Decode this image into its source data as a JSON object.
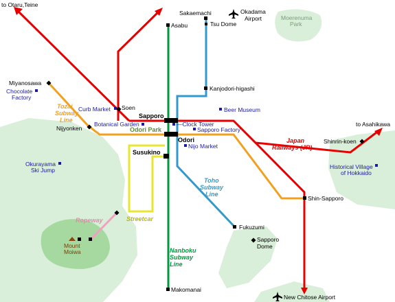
{
  "colors": {
    "jr": "#e60000",
    "nanboku": "#009a3d",
    "toho": "#3399cc",
    "tozai": "#f2a01f",
    "streetcar": "#e6e62e",
    "ropeway": "#f2a0c0",
    "park_fill": "#d9efd9",
    "mountain_fill": "#a6d9a0",
    "poi": "#1a1aa6"
  },
  "compass": {
    "top_left": "to Otaru,Teine",
    "right": "to Asahikawa"
  },
  "lines": {
    "jr": "Japan Railways (JR)",
    "nanboku": "Nanboku Subway Line",
    "toho": "Toho Subway Line",
    "tozai": "Tozai Subway Line",
    "streetcar": "Streetcar",
    "ropeway": "Ropeway"
  },
  "stations": {
    "asabu": "Asabu",
    "sakaemachi": "Sakaemachi",
    "tsu_dome": "Tsu Dome",
    "kanjodori_higashi": "Kanjodori-higashi",
    "miyanosawa": "Miyanosawa",
    "soen": "Soen",
    "sapporo": "Sapporo",
    "nijyonken": "Nijyonken",
    "odori": "Odori",
    "susukino": "Susukino",
    "shinrin_koen": "Shinrin-koen",
    "shin_sapporo": "Shin-Sapporo",
    "fukuzumi": "Fukuzumi",
    "sapporo_dome": "Sapporo Dome",
    "makomanai": "Makomanai",
    "mount_moiwa": "Mount Moiwa"
  },
  "poi": {
    "okadama_airport": "Okadama Airport",
    "new_chitose_airport": "New Chitose Airport",
    "moerenuma_park": "Moerenuma Park",
    "chocolate_factory": "Chocolate Factory",
    "curb_market": "Curb Market",
    "botanical_garden": "Botanical Garden",
    "beer_museum": "Beer Museum",
    "clock_tower": "Clock Tower",
    "sapporo_factory": "Sapporo Factory",
    "odori_park": "Odori Park",
    "nijo_market": "Nijo Market",
    "okurayama_ski_jump": "Okurayama Ski Jump",
    "historical_village": "Historical Village of Hokkaido"
  }
}
